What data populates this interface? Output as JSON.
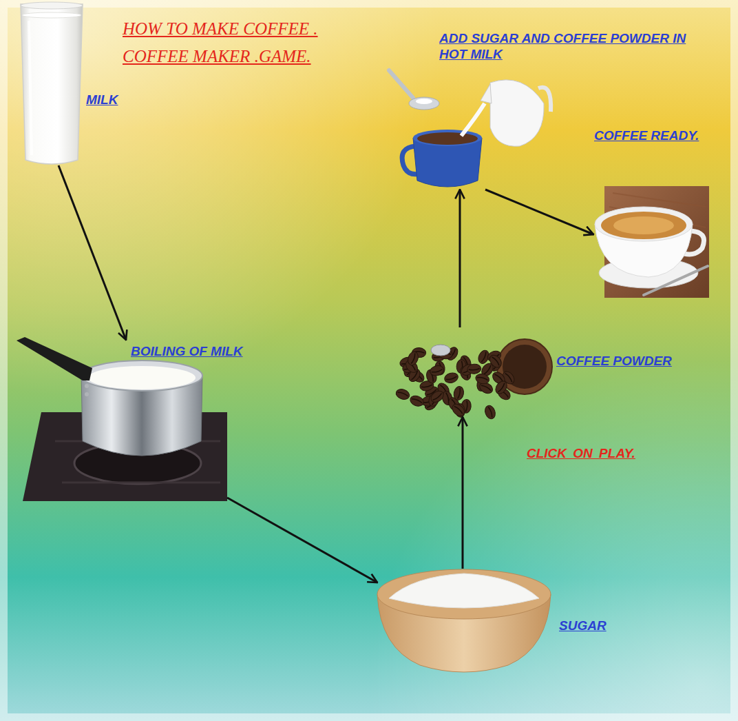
{
  "diagram": {
    "title": "HOW TO MAKE COFFEE . COFFEE MAKER .GAME.",
    "nodes": [
      {
        "text": [
          "MILK"
        ]
      },
      {
        "text": [
          "BOILING OF MILK"
        ]
      },
      {
        "text": [
          "SUGAR"
        ]
      },
      {
        "text": [
          "COFFEE POWDER"
        ]
      },
      {
        "text": [
          "ADD SUGAR AND COFFEE POWDER IN HOT MILK"
        ]
      },
      {
        "text": [
          "COFFEE READY."
        ]
      }
    ],
    "edges": [
      {
        "from": 0,
        "to": 1,
        "arrow": "to"
      },
      {
        "from": 1,
        "to": 2,
        "arrow": "to"
      },
      {
        "from": 2,
        "to": 3,
        "arrow": "to"
      },
      {
        "from": 3,
        "to": 4,
        "arrow": "to"
      },
      {
        "from": 4,
        "to": 5,
        "arrow": "to"
      }
    ],
    "labels": [
      "CLICK ON PLAY."
    ]
  }
}
